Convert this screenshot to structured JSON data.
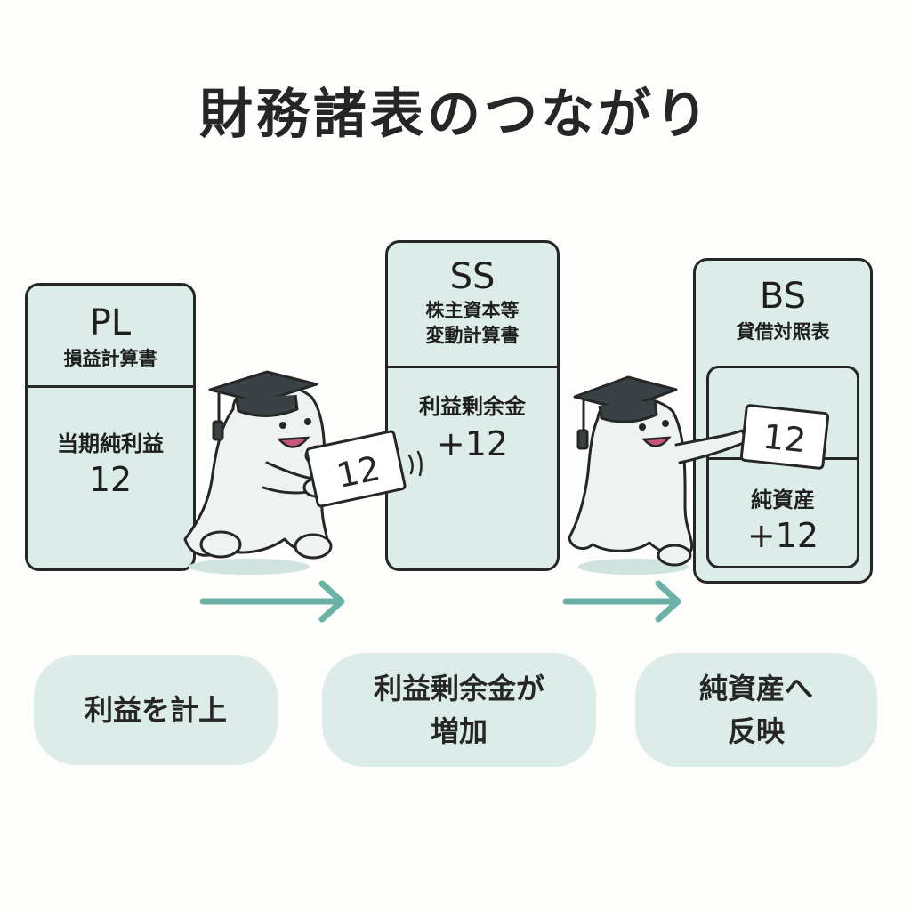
{
  "title": "財務諸表のつながり",
  "cards": {
    "pl": {
      "code": "PL",
      "name": "損益計算書",
      "item": "当期純利益",
      "value": "12"
    },
    "ss": {
      "code": "SS",
      "name_line1": "株主資本等",
      "name_line2": "変動計算書",
      "item": "利益剰余金",
      "value": "+12"
    },
    "bs": {
      "code": "BS",
      "name": "貸借対照表",
      "item": "純資産",
      "value": "+12"
    }
  },
  "hand_cards": {
    "first": "12",
    "second": "12"
  },
  "steps": [
    {
      "line1": "利益を計上",
      "line2": ""
    },
    {
      "line1": "利益剰余金が",
      "line2": "増加"
    },
    {
      "line1": "純資産へ",
      "line2": "反映"
    }
  ],
  "colors": {
    "card_fill": "#dbece9",
    "arrow": "#6bb2a6",
    "outline": "#262626"
  },
  "icons": [
    "ghost-mascot-icon",
    "graduation-cap-icon",
    "arrow-right-icon"
  ]
}
